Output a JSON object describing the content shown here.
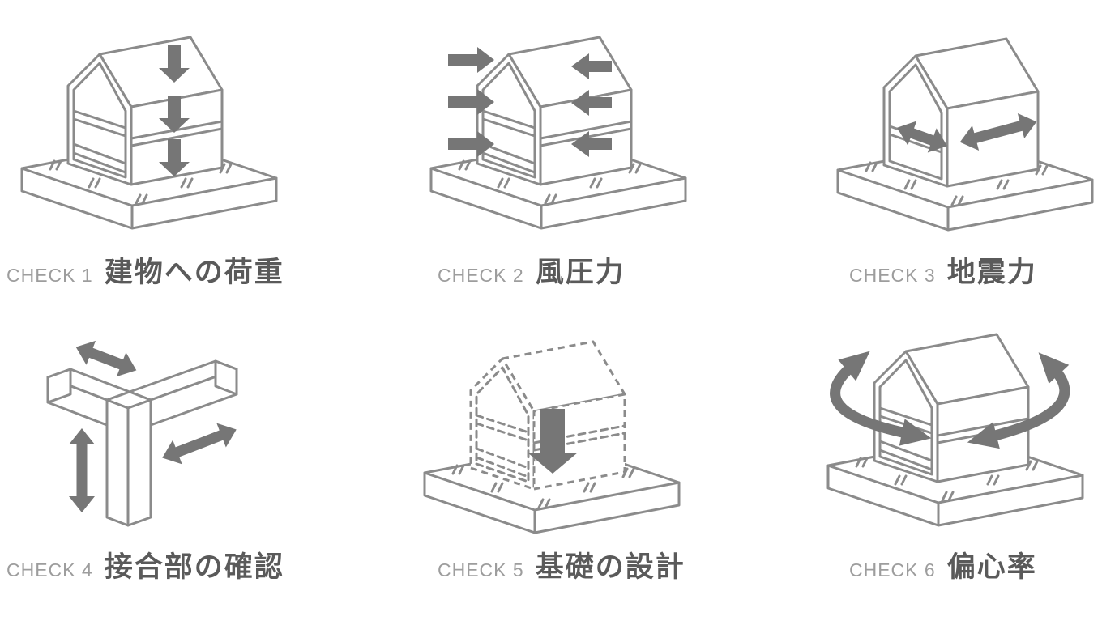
{
  "page": {
    "description": "Structural design check infographic, 2x3 grid of isometric house diagrams"
  },
  "colors": {
    "bg": "#ffffff",
    "line": "#8b8b8b",
    "arrow": "#767676",
    "badge": "#9d9d9d",
    "title": "#5a5a5a"
  },
  "checks": [
    {
      "badge": "CHECK 1",
      "title": "建物への荷重",
      "illustration": "vertical-load-on-building"
    },
    {
      "badge": "CHECK 2",
      "title": "風圧力",
      "illustration": "wind-pressure"
    },
    {
      "badge": "CHECK 3",
      "title": "地震力",
      "illustration": "seismic-force"
    },
    {
      "badge": "CHECK 4",
      "title": "接合部の確認",
      "illustration": "joint-connection-check"
    },
    {
      "badge": "CHECK 5",
      "title": "基礎の設計",
      "illustration": "foundation-design"
    },
    {
      "badge": "CHECK 6",
      "title": "偏心率",
      "illustration": "eccentricity-ratio"
    }
  ]
}
